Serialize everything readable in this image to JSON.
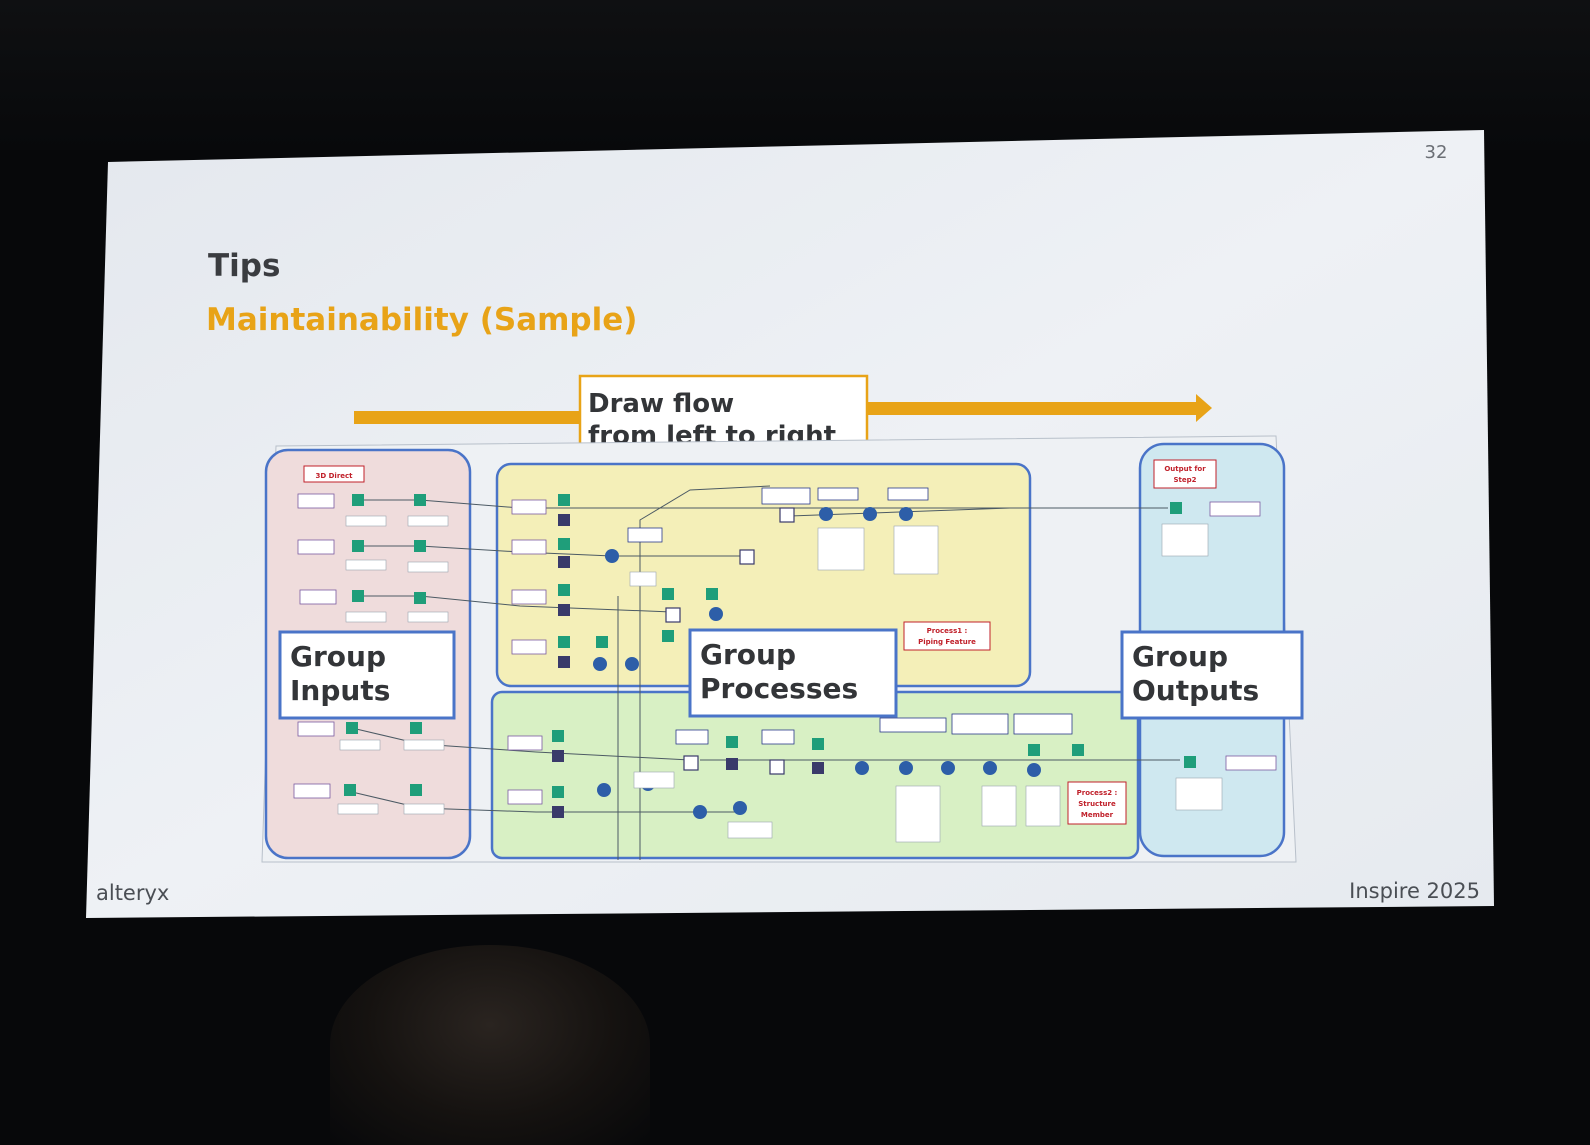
{
  "slide": {
    "page_number": "32",
    "title": "Tips",
    "subtitle": "Maintainability (Sample)",
    "arrow_label_line1": "Draw flow",
    "arrow_label_line2": "from left to right",
    "footer_left": "alteryx",
    "footer_right": "Inspire 2025"
  },
  "callouts": {
    "inputs": {
      "line1": "Group",
      "line2": "Inputs"
    },
    "processes": {
      "line1": "Group",
      "line2": "Processes"
    },
    "outputs": {
      "line1": "Group",
      "line2": "Outputs"
    }
  },
  "workflow": {
    "inputs_header": "3D Direct",
    "process1_label_line1": "Process1 :",
    "process1_label_line2": "Piping Feature",
    "process2_label_line1": "Process2 :",
    "process2_label_line2": "Structure",
    "process2_label_line3": "Member",
    "output_header_line1": "Output for",
    "output_header_line2": "Step2"
  },
  "colors": {
    "accent_orange": "#e8a317",
    "title_dark": "#3a3c40",
    "group_inputs_fill": "#efdcdc",
    "group_process1_fill": "#f4efb8",
    "group_process2_fill": "#d8f0c4",
    "group_outputs_fill": "#cfe8f0",
    "group_border": "#4a74c8",
    "tool_green": "#1f9e7a",
    "tool_blue": "#2d5ea8"
  }
}
